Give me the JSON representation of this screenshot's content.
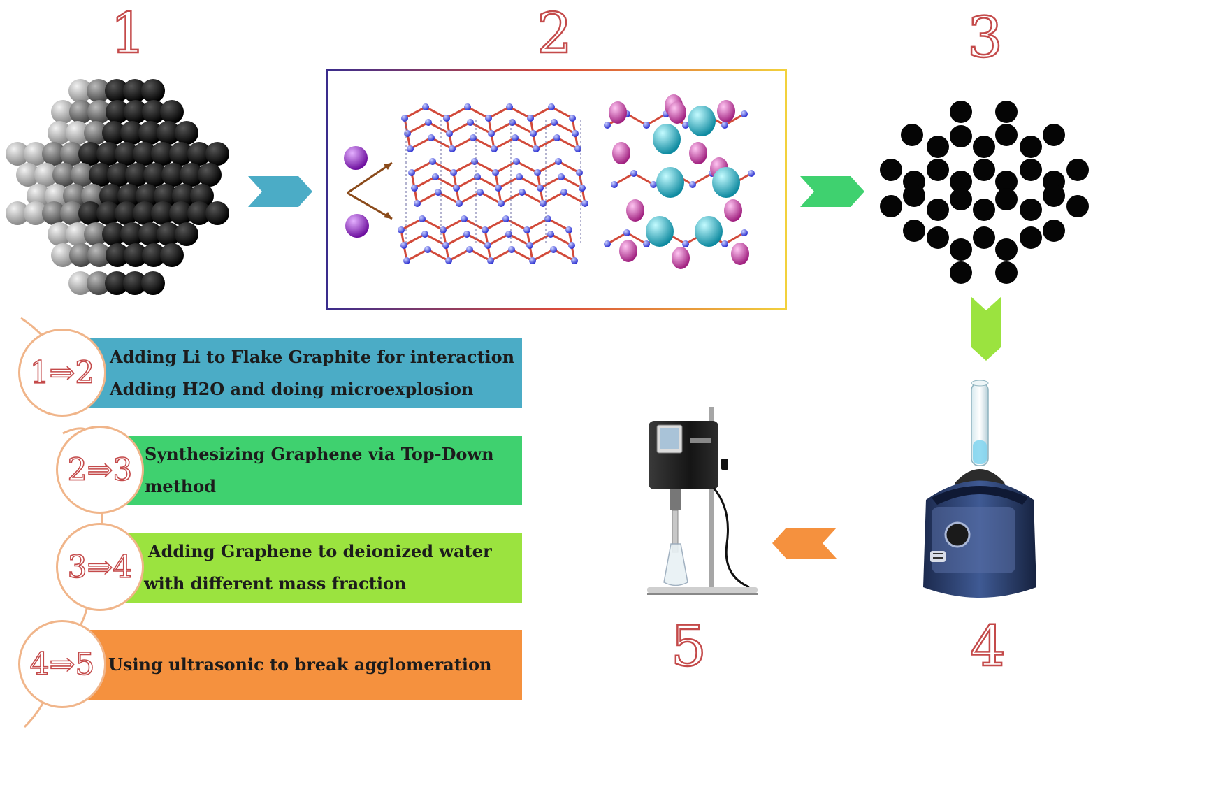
{
  "stage_numbers": [
    "1",
    "2",
    "3",
    "4",
    "5"
  ],
  "steps": [
    {
      "label": "1⇒2",
      "lines": [
        "Adding Li to Flake Graphite for interaction",
        "Adding H2O and doing microexplosion"
      ],
      "color": "#4bacc6"
    },
    {
      "label": "2⇒3",
      "lines": [
        "Synthesizing Graphene via Top-Down method"
      ],
      "color": "#3fd16f"
    },
    {
      "label": "3⇒4",
      "lines": [
        "Adding Graphene to deionized water",
        "with different mass fraction"
      ],
      "color": "#9be33f"
    },
    {
      "label": "4⇒5",
      "lines": [
        "Using ultrasonic to break agglomeration"
      ],
      "color": "#f5913e"
    }
  ],
  "arrow_colors": {
    "a12": "#4bacc6",
    "a23": "#3fd16f",
    "a34": "#9be33f",
    "a45": "#f5913e"
  },
  "icons": [
    "graphite-sphere-cluster-icon",
    "lithium-intercalation-icon",
    "graphene-particles-icon",
    "vortex-mixer-icon",
    "ultrasonic-homogenizer-icon"
  ]
}
